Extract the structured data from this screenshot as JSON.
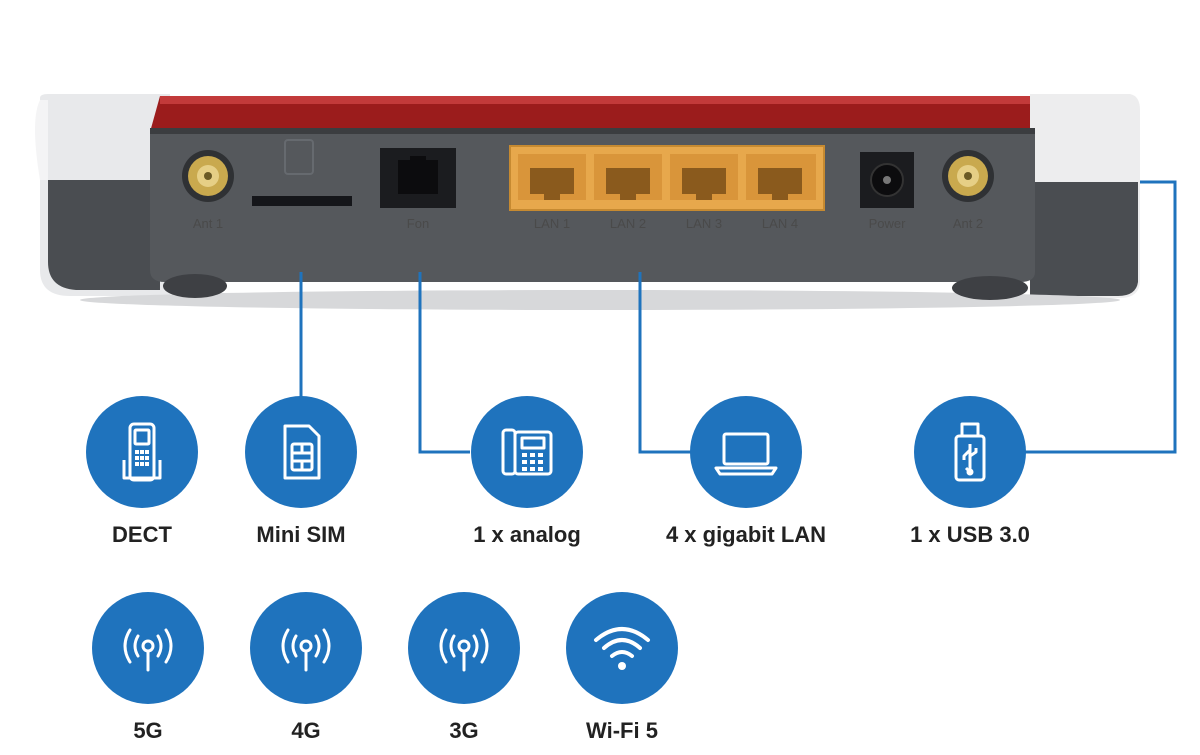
{
  "router": {
    "port_labels": {
      "ant1": "Ant 1",
      "fon": "Fon",
      "lan1": "LAN 1",
      "lan2": "LAN 2",
      "lan3": "LAN 3",
      "lan4": "LAN 4",
      "power": "Power",
      "ant2": "Ant 2"
    }
  },
  "features_row1": [
    {
      "label": "DECT",
      "icon": "dect-handset-icon"
    },
    {
      "label": "Mini SIM",
      "icon": "sim-card-icon"
    },
    {
      "label": "1 x analog",
      "icon": "desk-phone-icon"
    },
    {
      "label": "4 x gigabit LAN",
      "icon": "laptop-icon"
    },
    {
      "label": "1 x USB 3.0",
      "icon": "usb-stick-icon"
    }
  ],
  "features_row2": [
    {
      "label": "5G",
      "icon": "antenna-signal-icon"
    },
    {
      "label": "4G",
      "icon": "antenna-signal-icon"
    },
    {
      "label": "3G",
      "icon": "antenna-signal-icon"
    },
    {
      "label": "Wi-Fi 5",
      "icon": "wifi-icon"
    }
  ],
  "colors": {
    "icon_circle": "#1f73bd",
    "connector_line": "#1f73bd",
    "router_accent": "#9b1c1c",
    "router_body": "#55585c",
    "lan_port": "#e7a84c"
  }
}
